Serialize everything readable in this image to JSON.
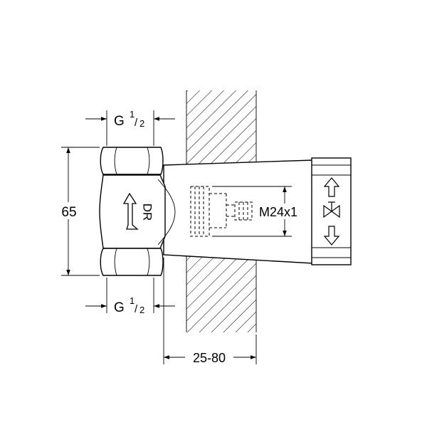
{
  "dimensions": {
    "port_top": {
      "base": "G",
      "num": "1",
      "den": "2"
    },
    "port_bottom": {
      "base": "G",
      "num": "1",
      "den": "2"
    },
    "height": "65",
    "thread": "M24x1",
    "wall_range": "25-80"
  },
  "body_marking": "DR",
  "colors": {
    "line": "#000000",
    "background": "#ffffff"
  },
  "icons": [
    "flow-arrow-icon",
    "push-pull-arrows-icon",
    "valve-symbol-icon"
  ]
}
